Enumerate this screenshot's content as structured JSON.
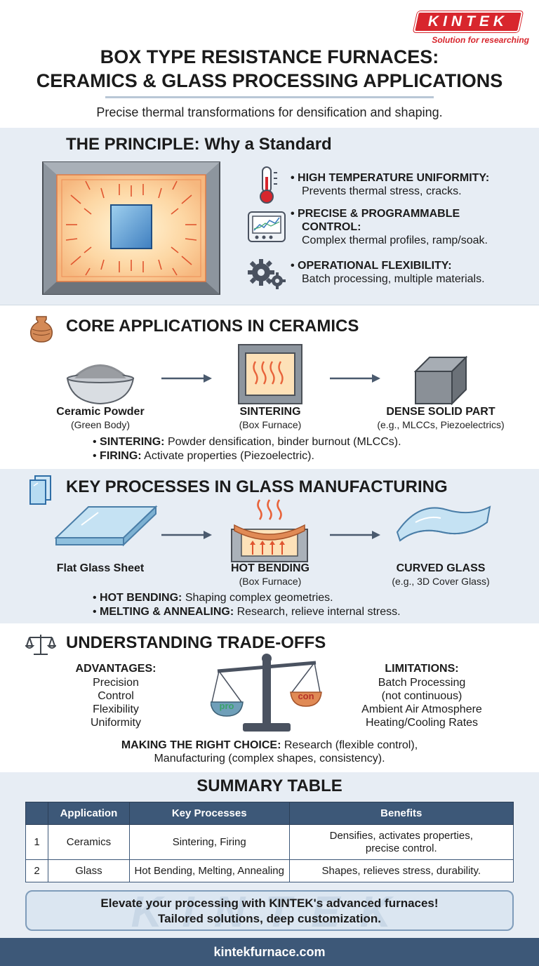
{
  "header": {
    "brand": "KINTEK",
    "tagline": "Solution for researching",
    "title_line1": "BOX TYPE RESISTANCE FURNACES:",
    "title_line2": "CERAMICS & GLASS PROCESSING APPLICATIONS",
    "subtitle": "Precise thermal transformations for densification and shaping."
  },
  "principle": {
    "heading": "THE PRINCIPLE: Why a Standard",
    "features": [
      {
        "icon": "thermometer-icon",
        "title": "HIGH TEMPERATURE UNIFORMITY:",
        "desc": "Prevents thermal stress, cracks."
      },
      {
        "icon": "controller-icon",
        "title_l1": "PRECISE & PROGRAMMABLE",
        "title_l2": "CONTROL:",
        "desc": "Complex thermal profiles, ramp/soak."
      },
      {
        "icon": "gears-icon",
        "title": "OPERATIONAL FLEXIBILITY:",
        "desc": "Batch processing, multiple materials."
      }
    ]
  },
  "ceramics": {
    "heading": "CORE APPLICATIONS IN CERAMICS",
    "stages": [
      {
        "label": "Ceramic Powder",
        "sub": "(Green Body)"
      },
      {
        "label": "SINTERING",
        "sub": "(Box Furnace)"
      },
      {
        "label": "DENSE SOLID PART",
        "sub": "(e.g., MLCCs, Piezoelectrics)"
      }
    ],
    "bullets": [
      {
        "term": "SINTERING:",
        "text": " Powder densification, binder burnout (MLCCs)."
      },
      {
        "term": "FIRING:",
        "text": " Activate properties (Piezoelectric)."
      }
    ]
  },
  "glass": {
    "heading": "KEY PROCESSES IN GLASS MANUFACTURING",
    "stages": [
      {
        "label": "Flat Glass Sheet",
        "sub": ""
      },
      {
        "label": "HOT BENDING",
        "sub": "(Box Furnace)"
      },
      {
        "label": "CURVED GLASS",
        "sub": "(e.g., 3D Cover Glass)"
      }
    ],
    "bullets": [
      {
        "term": "HOT BENDING:",
        "text": " Shaping complex geometries."
      },
      {
        "term": "MELTING & ANNEALING:",
        "text": " Research, relieve internal stress."
      }
    ]
  },
  "tradeoffs": {
    "heading": "UNDERSTANDING TRADE-OFFS",
    "advantages_title": "ADVANTAGES:",
    "advantages": [
      "Precision",
      "Control",
      "Flexibility",
      "Uniformity"
    ],
    "limitations_title": "LIMITATIONS:",
    "limitations": [
      "Batch Processing",
      "(not continuous)",
      "Ambient Air Atmosphere",
      "Heating/Cooling Rates"
    ],
    "pan_left": "pro",
    "pan_right": "con",
    "choice_term": "MAKING THE RIGHT CHOICE:",
    "choice_text_l1": " Research (flexible control),",
    "choice_text_l2": "Manufacturing (complex shapes, consistency)."
  },
  "summary": {
    "heading": "SUMMARY TABLE",
    "columns": [
      "",
      "Application",
      "Key Processes",
      "Benefits"
    ],
    "rows": [
      {
        "num": "1",
        "application": "Ceramics",
        "processes": "Sintering, Firing",
        "benefits_l1": "Densifies, activates properties,",
        "benefits_l2": "precise control."
      },
      {
        "num": "2",
        "application": "Glass",
        "processes": "Hot Bending, Melting, Annealing",
        "benefits_l1": "Shapes, relieves stress, durability.",
        "benefits_l2": ""
      }
    ]
  },
  "cta": {
    "watermark": "KINTEK",
    "line1": "Elevate your processing with KINTEK's advanced furnaces!",
    "line2": "Tailored solutions, deep customization."
  },
  "footer": {
    "url": "kintekfurnace.com"
  },
  "colors": {
    "brand_red": "#d8262d",
    "navy": "#3d5878",
    "section_bg": "#e7edf4",
    "heat_orange": "#e8633a"
  }
}
